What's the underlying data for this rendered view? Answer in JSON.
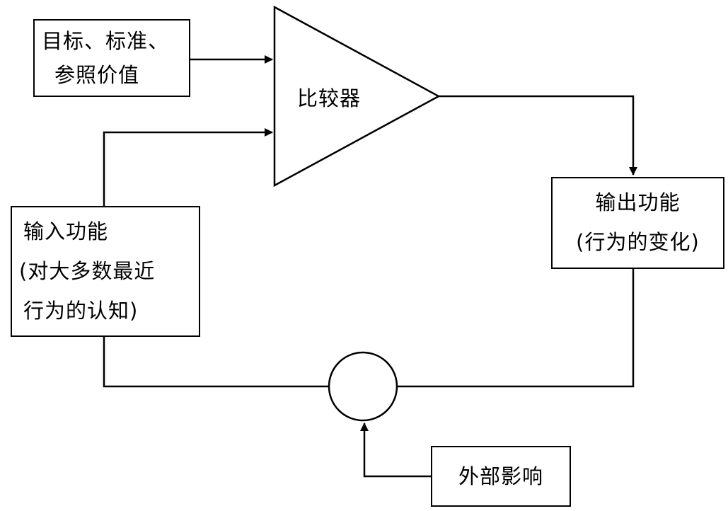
{
  "comparator": {
    "label": "比较器"
  },
  "goal_box": {
    "line1": "目标、标准、",
    "line2": "参照价值"
  },
  "input_box": {
    "line1": "输入功能",
    "line2": "(对大多数最近",
    "line3": "行为的认知)"
  },
  "output_box": {
    "line1": "输出功能",
    "line2": "(行为的变化)"
  },
  "external_box": {
    "label": "外部影响"
  }
}
